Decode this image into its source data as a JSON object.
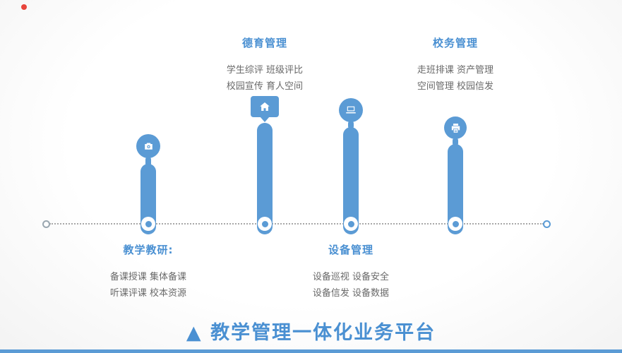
{
  "title": "▲ 教学管理一体化业务平台",
  "colors": {
    "accent": "#5b9bd5",
    "heading_blue": "#4a90d2",
    "body_text_gray": "#696969",
    "corner_dot": "#e8453c",
    "timeline_dotted_gray": "#a8a8a8"
  },
  "icons": {
    "m1": "camera-icon",
    "m2": "home-icon",
    "m3": "laptop-icon",
    "m4": "printer-icon"
  },
  "milestones": [
    {
      "heading": "教学教研:",
      "lines": [
        "备课授课 集体备课",
        "听课评课 校本资源"
      ],
      "icon": "camera-icon",
      "text_position": "below"
    },
    {
      "heading": "德育管理",
      "lines": [
        "学生综评 班级评比",
        "校园宣传 育人空间"
      ],
      "icon": "home-icon",
      "text_position": "above"
    },
    {
      "heading": "设备管理",
      "lines": [
        "设备巡视 设备安全",
        "设备信发 设备数据"
      ],
      "icon": "laptop-icon",
      "text_position": "below"
    },
    {
      "heading": "校务管理",
      "lines": [
        "走班排课 资产管理",
        "空间管理 校园信发"
      ],
      "icon": "printer-icon",
      "text_position": "above"
    }
  ]
}
